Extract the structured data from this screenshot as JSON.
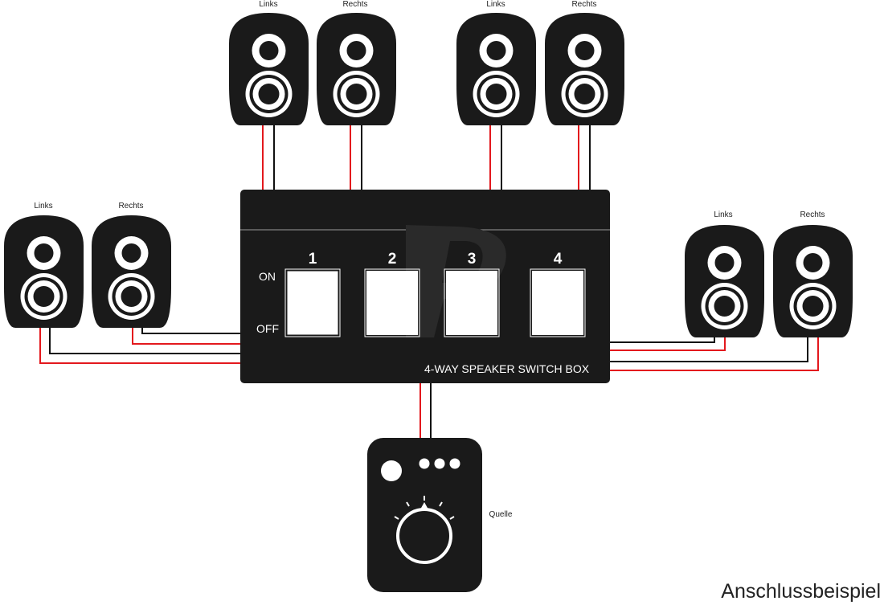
{
  "speaker_labels": {
    "left": "Links",
    "right": "Rechts"
  },
  "switch_box": {
    "title": "4-WAY SPEAKER SWITCH BOX",
    "on_label": "ON",
    "off_label": "OFF",
    "switches": [
      "1",
      "2",
      "3",
      "4"
    ]
  },
  "source_label": "Quelle",
  "caption": "Anschlussbeispiel",
  "colors": {
    "device": "#1a1a1a",
    "wire_positive": "#e3181d",
    "wire_negative": "#111111",
    "background": "#ffffff"
  },
  "icons": [
    "speaker-icon",
    "amplifier-icon",
    "volume-knob-icon"
  ]
}
